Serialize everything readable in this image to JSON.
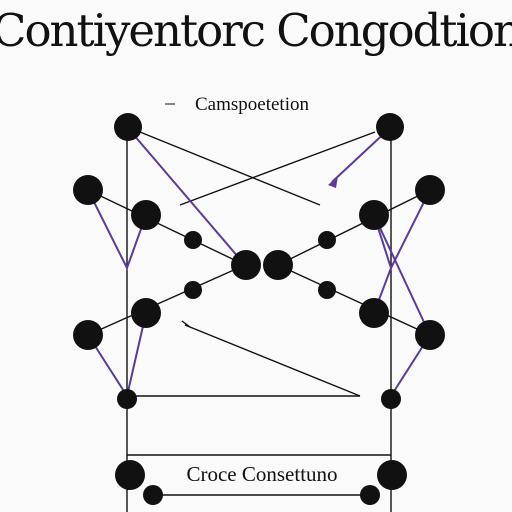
{
  "title": "Contiyentorc Congodtion",
  "labels": {
    "top": "Camspoetetion",
    "bottom": "Croce Consettuno"
  },
  "colors": {
    "background": "#fafafa",
    "ink": "#111111",
    "accent": "#5b3a9a"
  }
}
